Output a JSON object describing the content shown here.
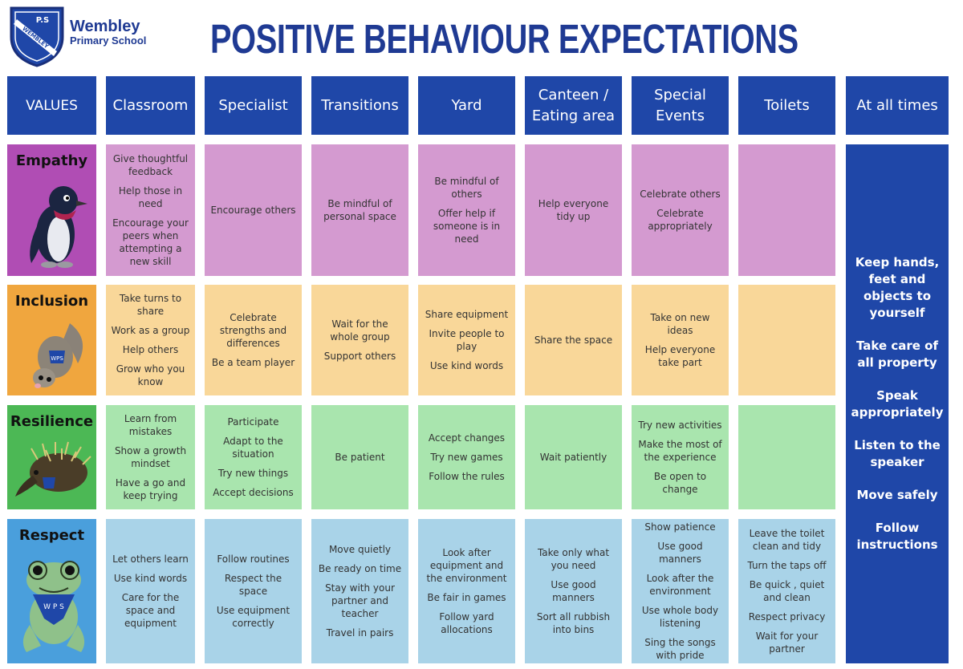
{
  "school": {
    "name": "Wembley",
    "subtitle": "Primary School",
    "badge_text_top": "P.S",
    "badge_text_band": "WEMBLEY"
  },
  "title": "POSITIVE BEHAVIOUR EXPECTATIONS",
  "headers": [
    "VALUES",
    "Classroom",
    "Specialist",
    "Transitions",
    "Yard",
    "Canteen / Eating area",
    "Special Events",
    "Toilets",
    "At all times"
  ],
  "colors": {
    "header": "#1f47a8",
    "empathy": "#d49ad0",
    "empathy_value": "#b04db4",
    "inclusion": "#f9d799",
    "inclusion_value": "#f0a63e",
    "resilience": "#a9e5ae",
    "resilience_value": "#4cb855",
    "respect": "#a9d3e8",
    "respect_value": "#4a9fdc"
  },
  "rows": [
    {
      "value": "Empathy",
      "mascot": "penguin-icon",
      "cells": [
        [
          "Give thoughtful feedback",
          "Help those in need",
          "Encourage your peers when attempting a new skill"
        ],
        [
          "Encourage others"
        ],
        [
          "Be mindful of personal space"
        ],
        [
          "Be mindful of others",
          "Offer help if someone is in need"
        ],
        [
          "Help everyone tidy up"
        ],
        [
          "Celebrate others",
          "Celebrate appropriately"
        ],
        []
      ]
    },
    {
      "value": "Inclusion",
      "mascot": "possum-icon",
      "cells": [
        [
          "Take turns to share",
          "Work as a group",
          "Help others",
          "Grow who you know"
        ],
        [
          "Celebrate strengths  and differences",
          "Be a team player"
        ],
        [
          "Wait for the whole group",
          "Support others"
        ],
        [
          "Share equipment",
          "Invite people to play",
          "Use kind words"
        ],
        [
          "Share the space"
        ],
        [
          "Take on new ideas",
          "Help everyone take part"
        ],
        []
      ]
    },
    {
      "value": "Resilience",
      "mascot": "echidna-icon",
      "cells": [
        [
          "Learn from mistakes",
          "Show a growth mindset",
          "Have a go and keep trying"
        ],
        [
          "Participate",
          "Adapt to the situation",
          "Try new things",
          "Accept decisions"
        ],
        [
          "Be patient"
        ],
        [
          "Accept changes",
          "Try new games",
          "Follow the rules"
        ],
        [
          "Wait patiently"
        ],
        [
          "Try new activities",
          "Make the most of the experience",
          "Be open to change"
        ],
        []
      ]
    },
    {
      "value": "Respect",
      "mascot": "frog-icon",
      "cells": [
        [
          "Let others learn",
          "Use kind words",
          "Care for the space and equipment"
        ],
        [
          "Follow routines",
          "Respect the space",
          "Use equipment correctly"
        ],
        [
          "Move quietly",
          "Be ready on time",
          "Stay with your partner and teacher",
          "Travel in pairs"
        ],
        [
          "Look after equipment and the environment",
          "Be fair in games",
          "Follow yard allocations"
        ],
        [
          "Take only what you need",
          "Use good manners",
          "Sort all rubbish into bins"
        ],
        [
          "Show patience",
          "Use good manners",
          "Look after the environment",
          "Use whole body listening",
          "Sing the songs with pride"
        ],
        [
          "Leave the toilet clean and tidy",
          "Turn the taps off",
          "Be quick , quiet and clean",
          "Respect privacy",
          "Wait for your partner"
        ]
      ]
    }
  ],
  "at_all_times": [
    "Keep hands, feet and objects to yourself",
    "Take care of all property",
    "Speak appropriately",
    "Listen to the speaker",
    "Move safely",
    "Follow instructions"
  ]
}
